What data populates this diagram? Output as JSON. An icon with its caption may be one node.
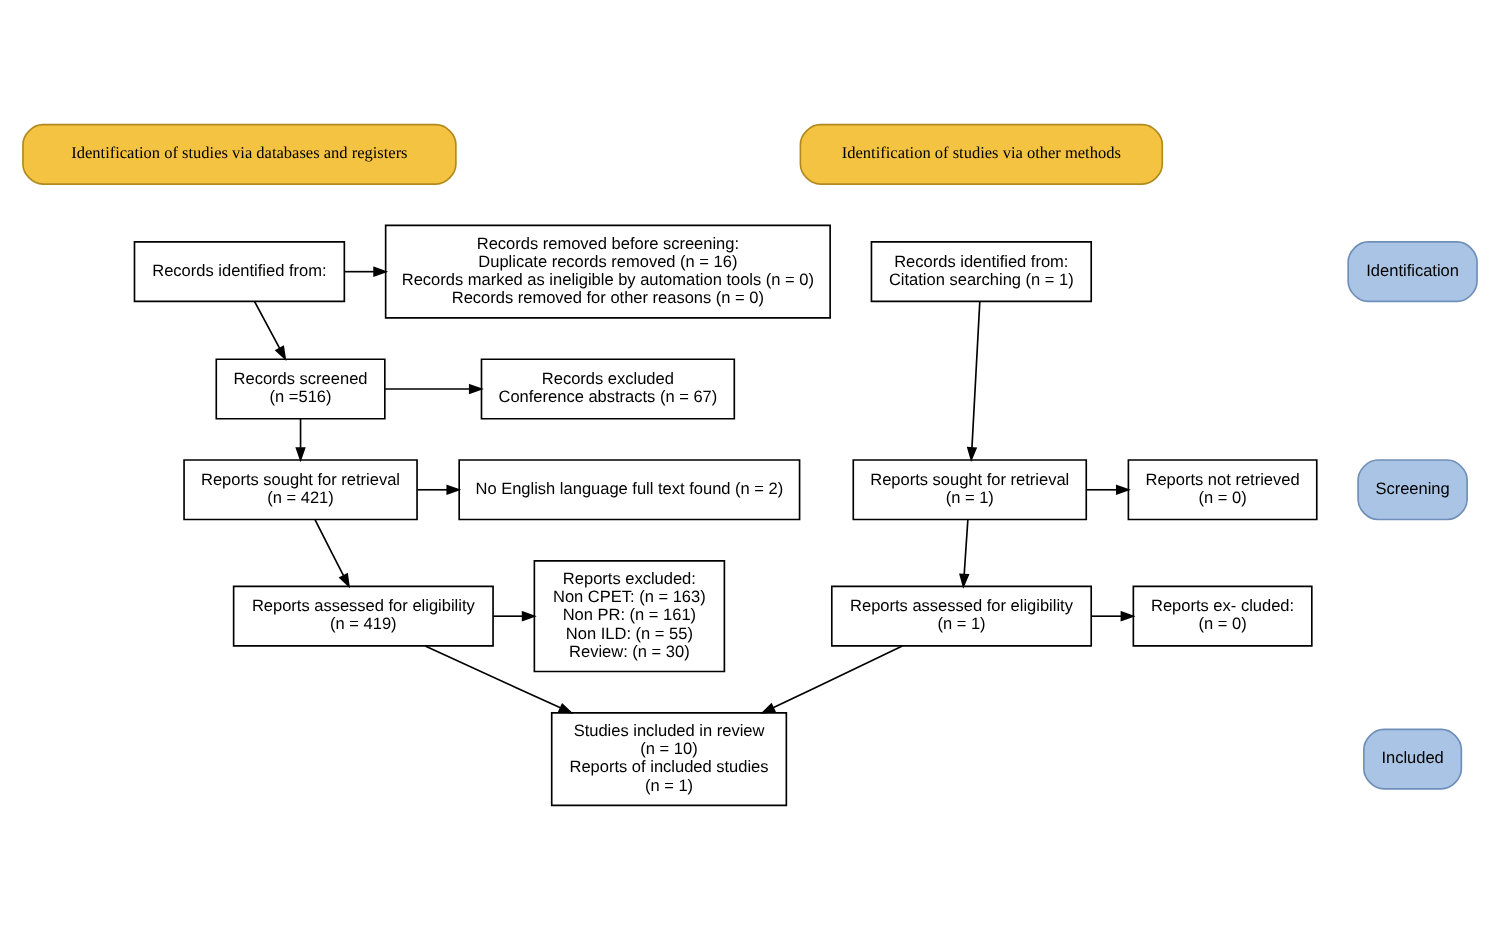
{
  "diagram": {
    "nodes": [
      {
        "text": [
          "Identification of studies via databases and registers"
        ]
      },
      {
        "text": [
          "Identification of studies via other methods"
        ]
      },
      {
        "text": [
          "Identification"
        ]
      },
      {
        "text": [
          "Screening"
        ]
      },
      {
        "text": [
          "Included"
        ]
      },
      {
        "text": [
          "Records identified from:"
        ]
      },
      {
        "text": [
          "Records removed before screening:",
          "Duplicate records removed (n = 16)",
          "Records marked as ineligible by automation tools (n = 0)",
          "Records removed for other reasons (n = 0)"
        ]
      },
      {
        "text": [
          "Records identified from:",
          "Citation searching (n = 1)"
        ]
      },
      {
        "text": [
          "Records screened",
          "(n =516)"
        ]
      },
      {
        "text": [
          "Records excluded",
          "Conference abstracts (n = 67)"
        ]
      },
      {
        "text": [
          "Reports sought for retrieval",
          "(n = 421)"
        ]
      },
      {
        "text": [
          "No English language full text found (n = 2)"
        ]
      },
      {
        "text": [
          "Reports sought for retrieval",
          "(n = 1)"
        ]
      },
      {
        "text": [
          "Reports not retrieved",
          "(n = 0)"
        ]
      },
      {
        "text": [
          "Reports assessed for eligibility",
          "(n = 419)"
        ]
      },
      {
        "text": [
          "Reports excluded:",
          "Non CPET: (n = 163)",
          "Non PR: (n = 161)",
          "Non ILD: (n = 55)",
          "Review: (n = 30)"
        ]
      },
      {
        "text": [
          "Reports assessed for eligibility",
          "(n = 1)"
        ]
      },
      {
        "text": [
          "Reports ex- cluded:",
          "(n = 0)"
        ]
      },
      {
        "text": [
          "Studies included in review",
          "(n = 10)",
          "Reports of included studies",
          "(n = 1)"
        ]
      }
    ],
    "edges": [
      {
        "from": 5,
        "to": 6,
        "arrow": "to"
      },
      {
        "from": 5,
        "to": 8,
        "arrow": "to"
      },
      {
        "from": 8,
        "to": 9,
        "arrow": "to"
      },
      {
        "from": 8,
        "to": 10,
        "arrow": "to"
      },
      {
        "from": 10,
        "to": 11,
        "arrow": "to"
      },
      {
        "from": 10,
        "to": 14,
        "arrow": "to"
      },
      {
        "from": 14,
        "to": 15,
        "arrow": "to"
      },
      {
        "from": 14,
        "to": 18,
        "arrow": "to"
      },
      {
        "from": 7,
        "to": 12,
        "arrow": "to"
      },
      {
        "from": 12,
        "to": 13,
        "arrow": "to"
      },
      {
        "from": 12,
        "to": 16,
        "arrow": "to"
      },
      {
        "from": 16,
        "to": 17,
        "arrow": "to"
      },
      {
        "from": 16,
        "to": 18,
        "arrow": "to"
      }
    ]
  }
}
